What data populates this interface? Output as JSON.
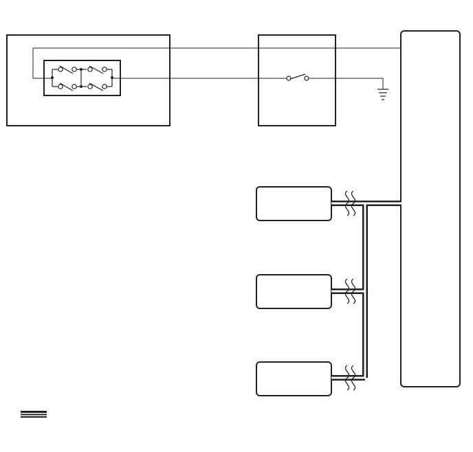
{
  "diagram": {
    "background": "#ffffff",
    "stroke_color": "#231f20",
    "components": [
      {
        "id": "switch-assembly",
        "kind": "box",
        "label": ""
      },
      {
        "id": "switch-block",
        "kind": "double-switch",
        "label": ""
      },
      {
        "id": "relay-module",
        "kind": "box-with-switch",
        "label": ""
      },
      {
        "id": "control-unit",
        "kind": "box",
        "label": ""
      },
      {
        "id": "unit-1",
        "kind": "box",
        "label": ""
      },
      {
        "id": "unit-2",
        "kind": "box",
        "label": ""
      },
      {
        "id": "unit-3",
        "kind": "box",
        "label": ""
      }
    ],
    "legend": {
      "symbol": "bus-line-icon",
      "label": ""
    }
  }
}
